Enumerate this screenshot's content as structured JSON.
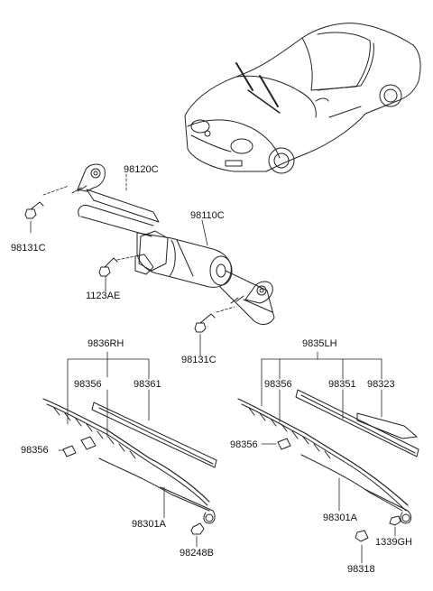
{
  "diagram": {
    "parts": {
      "frame_link": "98120C",
      "motor": "98110C",
      "bolt_left": "98131C",
      "bolt_right": "98131C",
      "motor_bolt": "1123AE",
      "rh_set": "9836RH",
      "rh_insert": "98356",
      "rh_refill": "98361",
      "rh_clip": "98356",
      "rh_arm": "98301A",
      "rh_nut": "98248B",
      "lh_set": "9835LH",
      "lh_insert": "98356",
      "lh_refill": "98351",
      "lh_spoiler": "98323",
      "lh_clip": "98356",
      "lh_arm": "98301A",
      "lh_nut": "1339GH",
      "lh_cap": "98318"
    }
  }
}
